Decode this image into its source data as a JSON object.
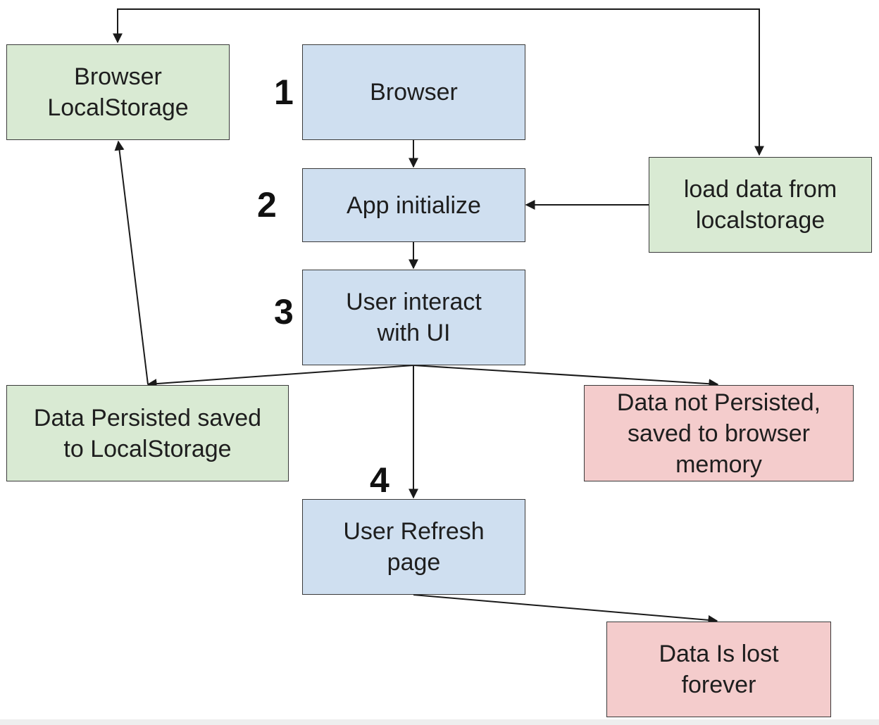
{
  "nodes": {
    "browser_localstorage": "Browser\nLocalStorage",
    "browser": "Browser",
    "app_initialize": "App initialize",
    "load_data": "load data from\nlocalstorage",
    "user_interact": "User interact\nwith UI",
    "data_persisted": "Data Persisted saved\nto LocalStorage",
    "data_not_persisted": "Data not Persisted,\nsaved to browser\nmemory",
    "user_refresh": "User Refresh\npage",
    "data_lost": "Data Is lost\nforever"
  },
  "steps": {
    "one": "1",
    "two": "2",
    "three": "3",
    "four": "4"
  },
  "colors": {
    "blue": "#cfdff0",
    "green": "#d9ead3",
    "red": "#f4cccc",
    "stroke": "#1a1a1a"
  }
}
